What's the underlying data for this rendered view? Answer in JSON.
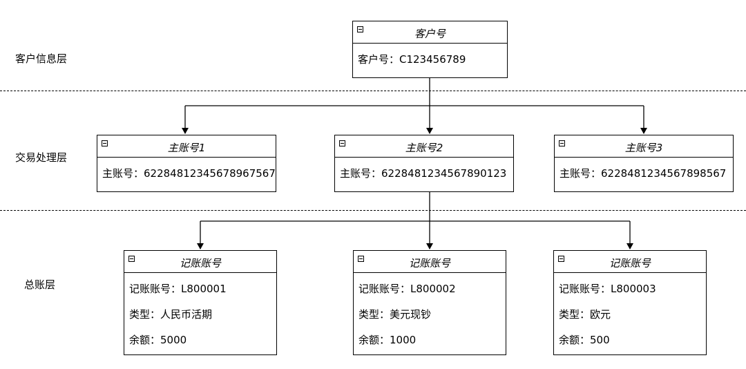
{
  "layers": {
    "customer": "客户信息层",
    "transaction": "交易处理层",
    "ledger": "总账层"
  },
  "customer_box": {
    "title": "客户号",
    "line": "客户号：C123456789"
  },
  "main_accounts": [
    {
      "title": "主账号1",
      "line": "主账号：6228481234567896 7567"
    },
    {
      "title": "主账号2",
      "line": "主账号：6228481234567890123"
    },
    {
      "title": "主账号3",
      "line": "主账号：6228481234567898567"
    }
  ],
  "ledger_accounts": [
    {
      "title": "记账账号",
      "id": "记账账号：L800001",
      "type": "类型：人民币活期",
      "balance": "余额：5000"
    },
    {
      "title": "记账账号",
      "id": "记账账号：L800002",
      "type": "类型：美元现钞",
      "balance": "余额：1000"
    },
    {
      "title": "记账账号",
      "id": "记账账号：L800003",
      "type": "类型：欧元",
      "balance": "余额：500"
    }
  ]
}
